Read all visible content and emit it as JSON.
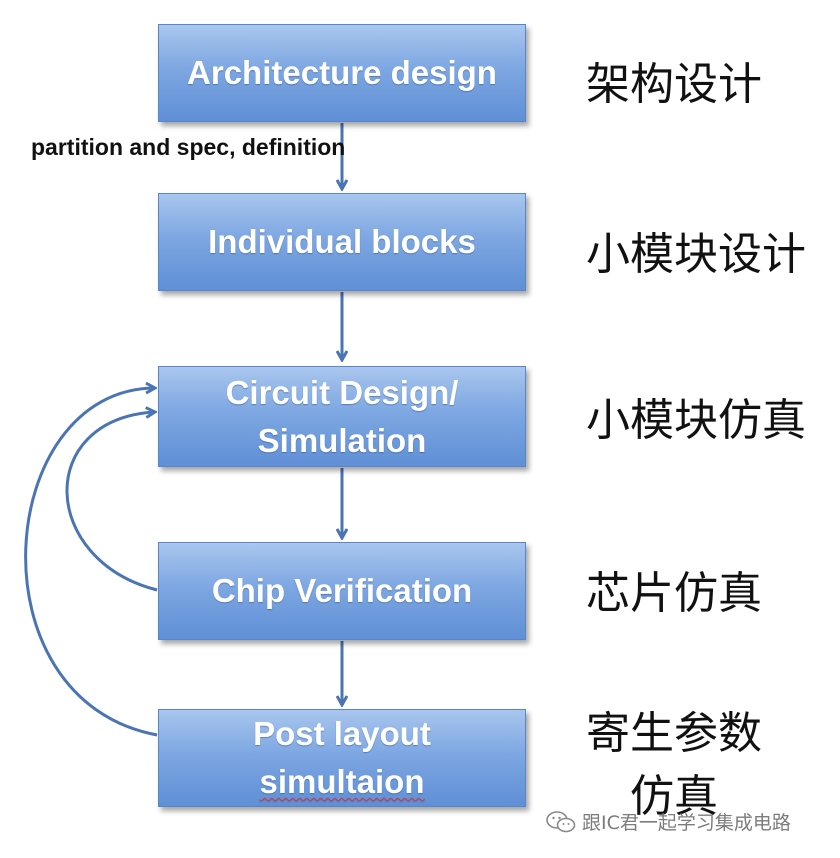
{
  "flow_steps": [
    {
      "lines": [
        "Architecture design"
      ],
      "label_cn": [
        "架构设计"
      ]
    },
    {
      "lines": [
        "Individual blocks"
      ],
      "label_cn": [
        "小模块设计"
      ]
    },
    {
      "lines": [
        "Circuit Design/",
        "Simulation"
      ],
      "label_cn": [
        "小模块仿真"
      ]
    },
    {
      "lines": [
        "Chip Verification"
      ],
      "label_cn": [
        "芯片仿真"
      ]
    },
    {
      "lines": [
        "Post layout",
        "simultaion"
      ],
      "label_cn": [
        "寄生参数",
        "仿真"
      ]
    }
  ],
  "edge_note": "partition and spec, definition",
  "watermark": {
    "icon": "wechat-icon",
    "text": "跟IC君一起学习集成电路"
  },
  "colors": {
    "box_top": "#a9c6ee",
    "box_bottom": "#5f8fd6",
    "arrow": "#4a74b4"
  }
}
